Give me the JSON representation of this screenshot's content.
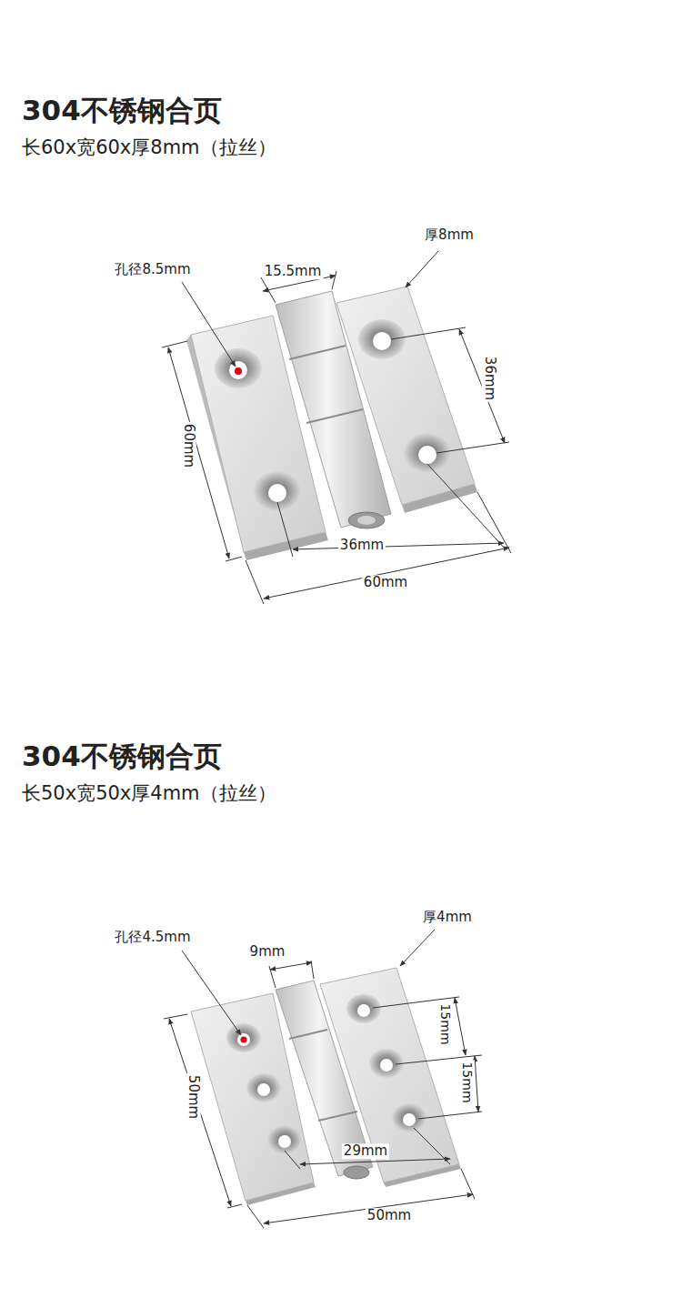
{
  "diagram": {
    "labels": [
      "304不锈钢合页",
      "长60x宽60x厚8mm（拉丝）",
      "孔径8.5mm",
      "15.5mm",
      "厚8mm",
      "36mm",
      "60mm",
      "36mm",
      "60mm",
      "304不锈钢合页",
      "长50x宽50x厚4mm（拉丝）",
      "孔径4.5mm",
      "9mm",
      "厚4mm",
      "15mm",
      "15mm",
      "50mm",
      "29mm",
      "50mm"
    ]
  }
}
